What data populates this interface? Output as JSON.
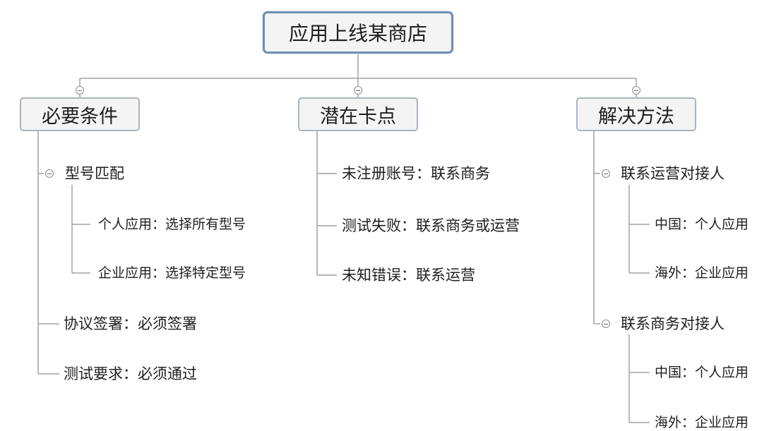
{
  "root": {
    "label": "应用上线某商店"
  },
  "branches": [
    {
      "label": "必要条件",
      "children": [
        {
          "label": "型号匹配",
          "children": [
            {
              "label": "个人应用：选择所有型号"
            },
            {
              "label": "企业应用：选择特定型号"
            }
          ]
        },
        {
          "label": "协议签署：必须签署"
        },
        {
          "label": "测试要求：必须通过"
        }
      ]
    },
    {
      "label": "潜在卡点",
      "children": [
        {
          "label": "未注册账号：联系商务"
        },
        {
          "label": "测试失败：联系商务或运营"
        },
        {
          "label": "未知错误：联系运营"
        }
      ]
    },
    {
      "label": "解决方法",
      "children": [
        {
          "label": "联系运营对接人",
          "children": [
            {
              "label": "中国：个人应用"
            },
            {
              "label": "海外：企业应用"
            }
          ]
        },
        {
          "label": "联系商务对接人",
          "children": [
            {
              "label": "中国：个人应用"
            },
            {
              "label": "海外：企业应用"
            }
          ]
        }
      ]
    }
  ],
  "colors": {
    "root_border": "#6f90b5",
    "branch_border": "#a9b4bf",
    "connector": "#a2a2a2",
    "node_fill": "#f4f4f4"
  }
}
